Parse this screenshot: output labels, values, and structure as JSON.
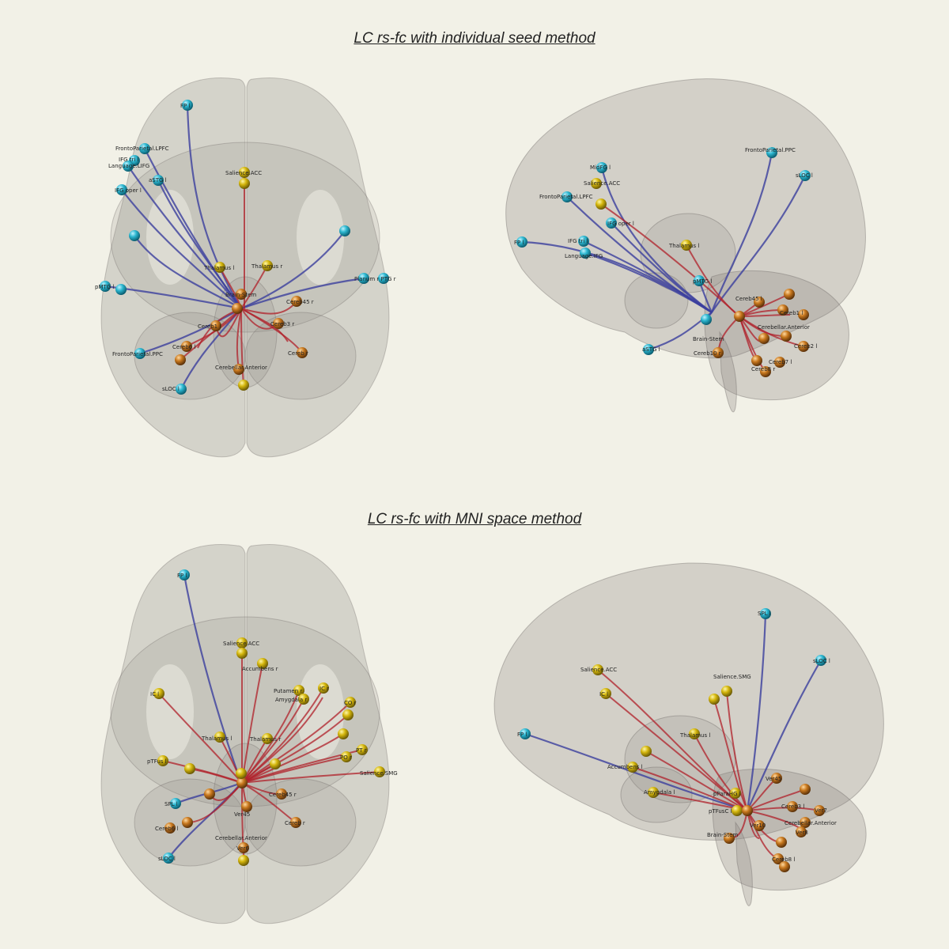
{
  "titles": {
    "top": "LC rs-fc with individual seed method",
    "bottom": "LC rs-fc with MNI space method"
  },
  "colors": {
    "background": "#f2f1e7",
    "brain": "#8a8580",
    "cyan_node": "#2bb6cf",
    "yellow_node": "#d4b60c",
    "orange_node": "#c8781e",
    "blue_edge": "#3b3f9e",
    "red_edge": "#b0202a"
  },
  "panels": [
    {
      "id": "individual-axial",
      "view": "axial",
      "labels": [
        {
          "text": "FP l",
          "c": "cyan"
        },
        {
          "text": "FrontoParietal.LPFC",
          "c": "cyan"
        },
        {
          "text": "IFG tri l",
          "c": "cyan"
        },
        {
          "text": "Language.LIFG",
          "c": "cyan"
        },
        {
          "text": "aSTG l",
          "c": "cyan"
        },
        {
          "text": "IFG oper l",
          "c": "cyan"
        },
        {
          "text": "Salience.ACC",
          "c": "yellow"
        },
        {
          "text": "Thalamus l",
          "c": "yellow"
        },
        {
          "text": "Thalamus r",
          "c": "yellow"
        },
        {
          "text": "pMTG l",
          "c": "cyan"
        },
        {
          "text": "Planum r PTG r",
          "c": "cyan"
        },
        {
          "text": "Brain-Stem",
          "c": "orange"
        },
        {
          "text": "Cereb45 r",
          "c": "orange"
        },
        {
          "text": "Cereb1 l",
          "c": "orange"
        },
        {
          "text": "Cereb3 r",
          "c": "orange"
        },
        {
          "text": "FrontoParietal.PPC",
          "c": "cyan"
        },
        {
          "text": "Cereb6 l",
          "c": "orange"
        },
        {
          "text": "Cereb r",
          "c": "orange"
        },
        {
          "text": "Cerebellar.Anterior",
          "c": "orange"
        },
        {
          "text": "sLOC l",
          "c": "cyan"
        }
      ]
    },
    {
      "id": "individual-sagittal",
      "view": "sagittal",
      "labels": [
        {
          "text": "FrontoParietal.PPC",
          "c": "cyan"
        },
        {
          "text": "sLOC l",
          "c": "cyan"
        },
        {
          "text": "MidFG l",
          "c": "cyan"
        },
        {
          "text": "Salience.ACC",
          "c": "yellow"
        },
        {
          "text": "FrontoParietal.LPFC",
          "c": "cyan"
        },
        {
          "text": "IFG oper l",
          "c": "cyan"
        },
        {
          "text": "FP l",
          "c": "cyan"
        },
        {
          "text": "IFG tri l",
          "c": "cyan"
        },
        {
          "text": "Language.IFG",
          "c": "cyan"
        },
        {
          "text": "Thalamus l",
          "c": "yellow"
        },
        {
          "text": "pMTG l",
          "c": "cyan"
        },
        {
          "text": "Cereb45 l",
          "c": "orange"
        },
        {
          "text": "Cereb1 l",
          "c": "orange"
        },
        {
          "text": "Cerebellar.Anterior",
          "c": "orange"
        },
        {
          "text": "Brain-Stem",
          "c": "orange"
        },
        {
          "text": "Cereb2 l",
          "c": "orange"
        },
        {
          "text": "Cereb10 r",
          "c": "orange"
        },
        {
          "text": "Cereb7 l",
          "c": "orange"
        },
        {
          "text": "Cereb8 r",
          "c": "orange"
        },
        {
          "text": "aSTG l",
          "c": "cyan"
        }
      ]
    },
    {
      "id": "mni-axial",
      "view": "axial",
      "labels": [
        {
          "text": "FP l",
          "c": "cyan"
        },
        {
          "text": "Salience.ACC",
          "c": "yellow"
        },
        {
          "text": "Accumbens r",
          "c": "yellow"
        },
        {
          "text": "Putamen r",
          "c": "yellow"
        },
        {
          "text": "Amygdala r",
          "c": "yellow"
        },
        {
          "text": "IC l",
          "c": "yellow"
        },
        {
          "text": "IC r",
          "c": "yellow"
        },
        {
          "text": "CO r",
          "c": "yellow"
        },
        {
          "text": "Thalamus l",
          "c": "yellow"
        },
        {
          "text": "Thalamus r",
          "c": "yellow"
        },
        {
          "text": "PO r",
          "c": "yellow"
        },
        {
          "text": "PT r",
          "c": "yellow"
        },
        {
          "text": "pTFus l",
          "c": "yellow"
        },
        {
          "text": "Salience.SMG",
          "c": "yellow"
        },
        {
          "text": "Cereb45 r",
          "c": "orange"
        },
        {
          "text": "SPL l",
          "c": "cyan"
        },
        {
          "text": "Ver45",
          "c": "orange"
        },
        {
          "text": "Cereb6 l",
          "c": "orange"
        },
        {
          "text": "Cereb r",
          "c": "orange"
        },
        {
          "text": "Cerebellar.Anterior",
          "c": "orange"
        },
        {
          "text": "Ver6",
          "c": "orange"
        },
        {
          "text": "sLOC l",
          "c": "cyan"
        }
      ]
    },
    {
      "id": "mni-sagittal",
      "view": "sagittal",
      "labels": [
        {
          "text": "SPL l",
          "c": "cyan"
        },
        {
          "text": "sLOC l",
          "c": "cyan"
        },
        {
          "text": "Salience.ACC",
          "c": "yellow"
        },
        {
          "text": "Salience.SMG",
          "c": "yellow"
        },
        {
          "text": "IC l",
          "c": "yellow"
        },
        {
          "text": "FP l",
          "c": "cyan"
        },
        {
          "text": "Thalamus l",
          "c": "yellow"
        },
        {
          "text": "Accumbens l",
          "c": "yellow"
        },
        {
          "text": "Amygdala l",
          "c": "yellow"
        },
        {
          "text": "pParaHG l",
          "c": "yellow"
        },
        {
          "text": "Ver45",
          "c": "orange"
        },
        {
          "text": "pTFusC l",
          "c": "yellow"
        },
        {
          "text": "Cereb3 l",
          "c": "orange"
        },
        {
          "text": "Cerebellar.Anterior",
          "c": "orange"
        },
        {
          "text": "Brain-Stem",
          "c": "orange"
        },
        {
          "text": "Ver10",
          "c": "orange"
        },
        {
          "text": "Ver7",
          "c": "orange"
        },
        {
          "text": "Ver8",
          "c": "orange"
        },
        {
          "text": "Cereb8 l",
          "c": "orange"
        }
      ]
    }
  ]
}
